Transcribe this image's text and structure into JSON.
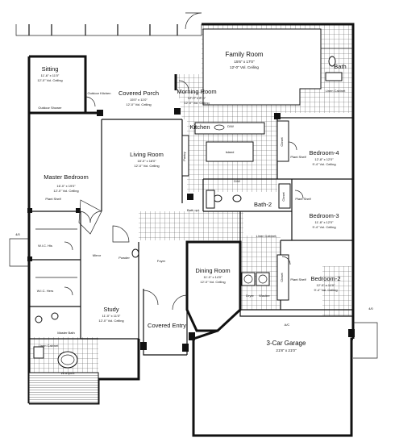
{
  "rooms": {
    "family_room": {
      "name": "Family Room",
      "dims": "15'6\" x 17'0\"",
      "ceiling": "12'-0\" Vol. Ceiling"
    },
    "morning_room": {
      "name": "Morning Room",
      "dims": "12'-0\" x 8'-0\"",
      "ceiling": "12'-0\" Vol. Ceiling"
    },
    "bath_top_right": {
      "name": "Bath"
    },
    "sitting": {
      "name": "Sitting",
      "dims": "11'-6\" x 11'0\"",
      "ceiling": "12'-0\" Vol. Ceiling"
    },
    "covered_porch": {
      "name": "Covered Porch",
      "dims": "15'0\" x 11'0\"",
      "ceiling": "12'-0\" Vol. Ceiling"
    },
    "outdoor_kitchen": {
      "name": "Outdoor Kitchen"
    },
    "kitchen": {
      "name": "Kitchen"
    },
    "living_room": {
      "name": "Living Room",
      "dims": "18'-0\" x 18'0\"",
      "ceiling": "12'-0\" Vol. Ceiling"
    },
    "master_bedroom": {
      "name": "Master Bedroom",
      "dims": "16'-0\" x 19'0\"",
      "ceiling": "12'-0\" Vol. Ceiling"
    },
    "bedroom_4": {
      "name": "Bedroom-4",
      "dims": "12'-8\" x 12'0\"",
      "ceiling": "9'-4\" Vol. Ceiling"
    },
    "bedroom_3": {
      "name": "Bedroom-3",
      "dims": "11'-8\" x 12'0\"",
      "ceiling": "9'-4\" Vol. Ceiling"
    },
    "bedroom_2": {
      "name": "Bedroom-2",
      "dims": "12'-0\" x 11'0\"",
      "ceiling": "9'-4\" Vol. Ceiling"
    },
    "bath_2": {
      "name": "Bath-2"
    },
    "dining_room": {
      "name": "Dining Room",
      "dims": "11'-0\" x 14'0\"",
      "ceiling": "12'-0\" Vol. Ceiling"
    },
    "study": {
      "name": "Study",
      "dims": "11'-0\" x 11'0\"",
      "ceiling": "12'-0\" Vol. Ceiling"
    },
    "covered_entry": {
      "name": "Covered Entry"
    },
    "garage": {
      "name": "3-Car Garage",
      "dims": "21'8\" x 21'0\""
    },
    "wic_his": {
      "name": "W.I.C. His"
    },
    "wic_hers": {
      "name": "W.I.C. Hers"
    },
    "master_bath": {
      "name": "Master Bath"
    },
    "powder": {
      "name": "Powder"
    },
    "foyer": {
      "name": "Foyer"
    },
    "mirror": {
      "name": "Mirror"
    }
  },
  "annotations": {
    "outdoor_shower": "Outdoor Shower",
    "linen_cabinet_right": "Linen Cabinet",
    "linen_cabinet_hall": "Linen Cabinet",
    "linen_cabinet_master": "Linen Cabinet",
    "pantry": "Pantry",
    "island": "Island",
    "closet_b4": "Closet",
    "closet_b3": "Closet",
    "closet_b2": "Closet",
    "plant_shelf_master": "Plant Shelf",
    "plant_shelf_b4": "Plant Shelf",
    "plant_shelf_b3": "Plant Shelf",
    "plant_shelf_b2": "Plant Shelf",
    "kitchen_dw": "D/W",
    "bath2_dw": "D/W",
    "ac": "A/C",
    "whirlpool": "Whirlpool",
    "dryer": "Dryer",
    "washer": "Washer",
    "bath_opt": "Bath opt.",
    "dim_left": "4/0",
    "dim_right": "4/0"
  }
}
